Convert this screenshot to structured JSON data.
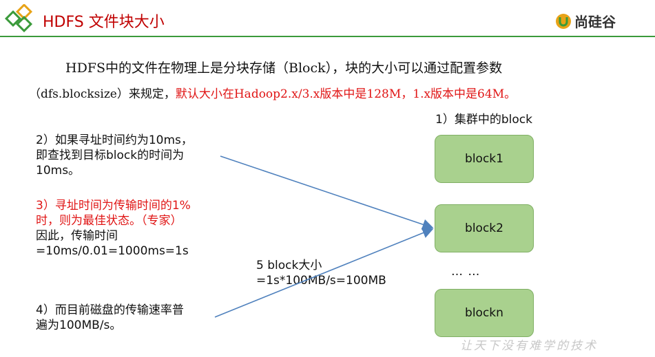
{
  "header": {
    "title": "HDFS 文件块大小",
    "brand_name": "尚硅谷",
    "accent_color": "#3a9a3a",
    "title_color": "#c00000"
  },
  "intro": {
    "line1": "HDFS中的文件在物理上是分块存储（Block），块的大小可以通过配置参数",
    "line2_black": "（dfs.blocksize）来规定，",
    "line2_red": "默认大小在Hadoop2.x/3.x版本中是128M，1.x版本中是64M。"
  },
  "notes": {
    "note2_line1": "2）如果寻址时间约为10ms，",
    "note2_line2": "即查找到目标block的时间为",
    "note2_line3": "10ms。",
    "note3_red_line1": "3）寻址时间为传输时间的1%",
    "note3_red_line2": "时，则为最佳状态。（专家）",
    "note3_line3": "因此，传输时间",
    "note3_line4": "=10ms/0.01=1000ms=1s",
    "note4_line1": "4）而目前磁盘的传输速率普",
    "note4_line2": "遍为100MB/s。",
    "calc_line1": "5 block大小",
    "calc_line2": "=1s*100MB/s=100MB"
  },
  "cluster": {
    "title": "1）集群中的block",
    "blocks": [
      "block1",
      "block2",
      "blockn"
    ],
    "ellipsis": "… …",
    "block_color": "#a9d18e"
  },
  "footer": {
    "slogan": "让天下没有难学的技术"
  }
}
